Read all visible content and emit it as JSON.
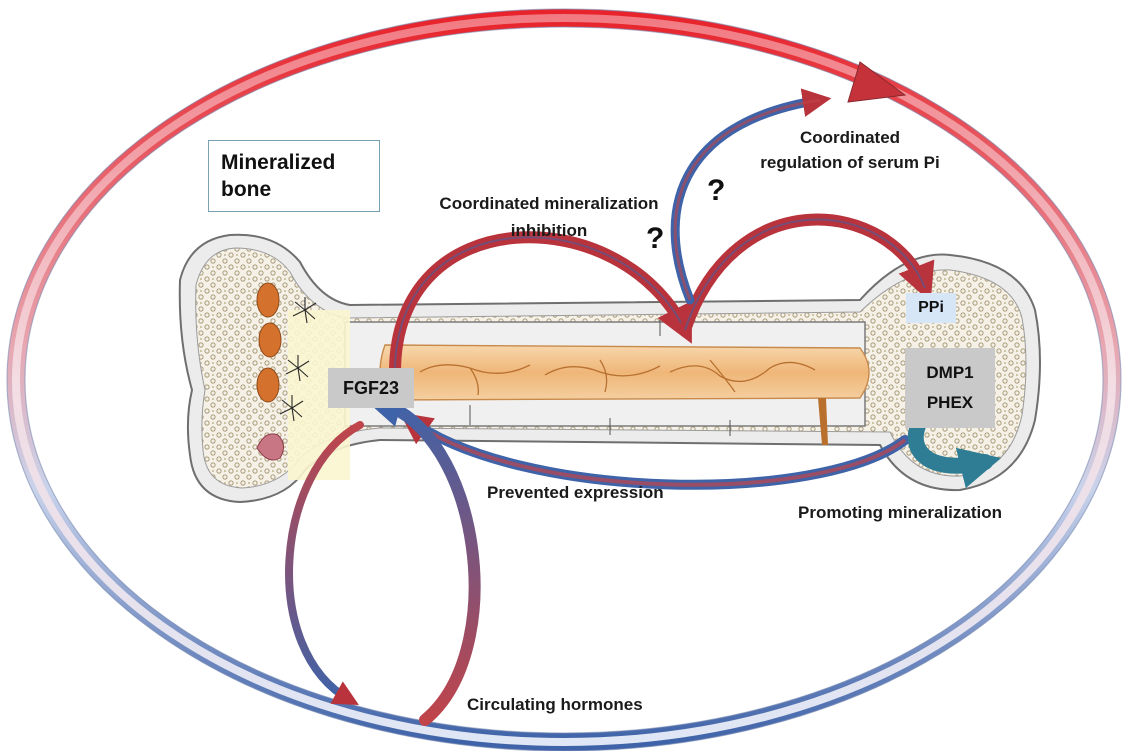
{
  "labels": {
    "mineralized_bone": "Mineralized\nbone",
    "coordinated_mineralization_inhibition": "Coordinated mineralization\ninhibition",
    "coordinated_regulation_serum_pi": "Coordinated\nregulation of serum Pi",
    "prevented_expression": "Prevented expression",
    "promoting_mineralization": "Promoting mineralization",
    "circulating_hormones": "Circulating hormones",
    "question_mark": "?"
  },
  "nodes": {
    "fgf23": "FGF23",
    "ppi": "PPi",
    "dmp1": "DMP1",
    "phex": "PHEX"
  },
  "colors": {
    "red_arrow": "#b8333b",
    "blue_arrow": "#3f63a8",
    "teal_arrow": "#2f7d95",
    "outer_ring_red": "#e8232b",
    "outer_ring_blue": "#c3cfe9",
    "bone_marrow": "#f2c48e",
    "node_box": "#c9c9c9",
    "ppi_box": "#d7e6f6"
  }
}
